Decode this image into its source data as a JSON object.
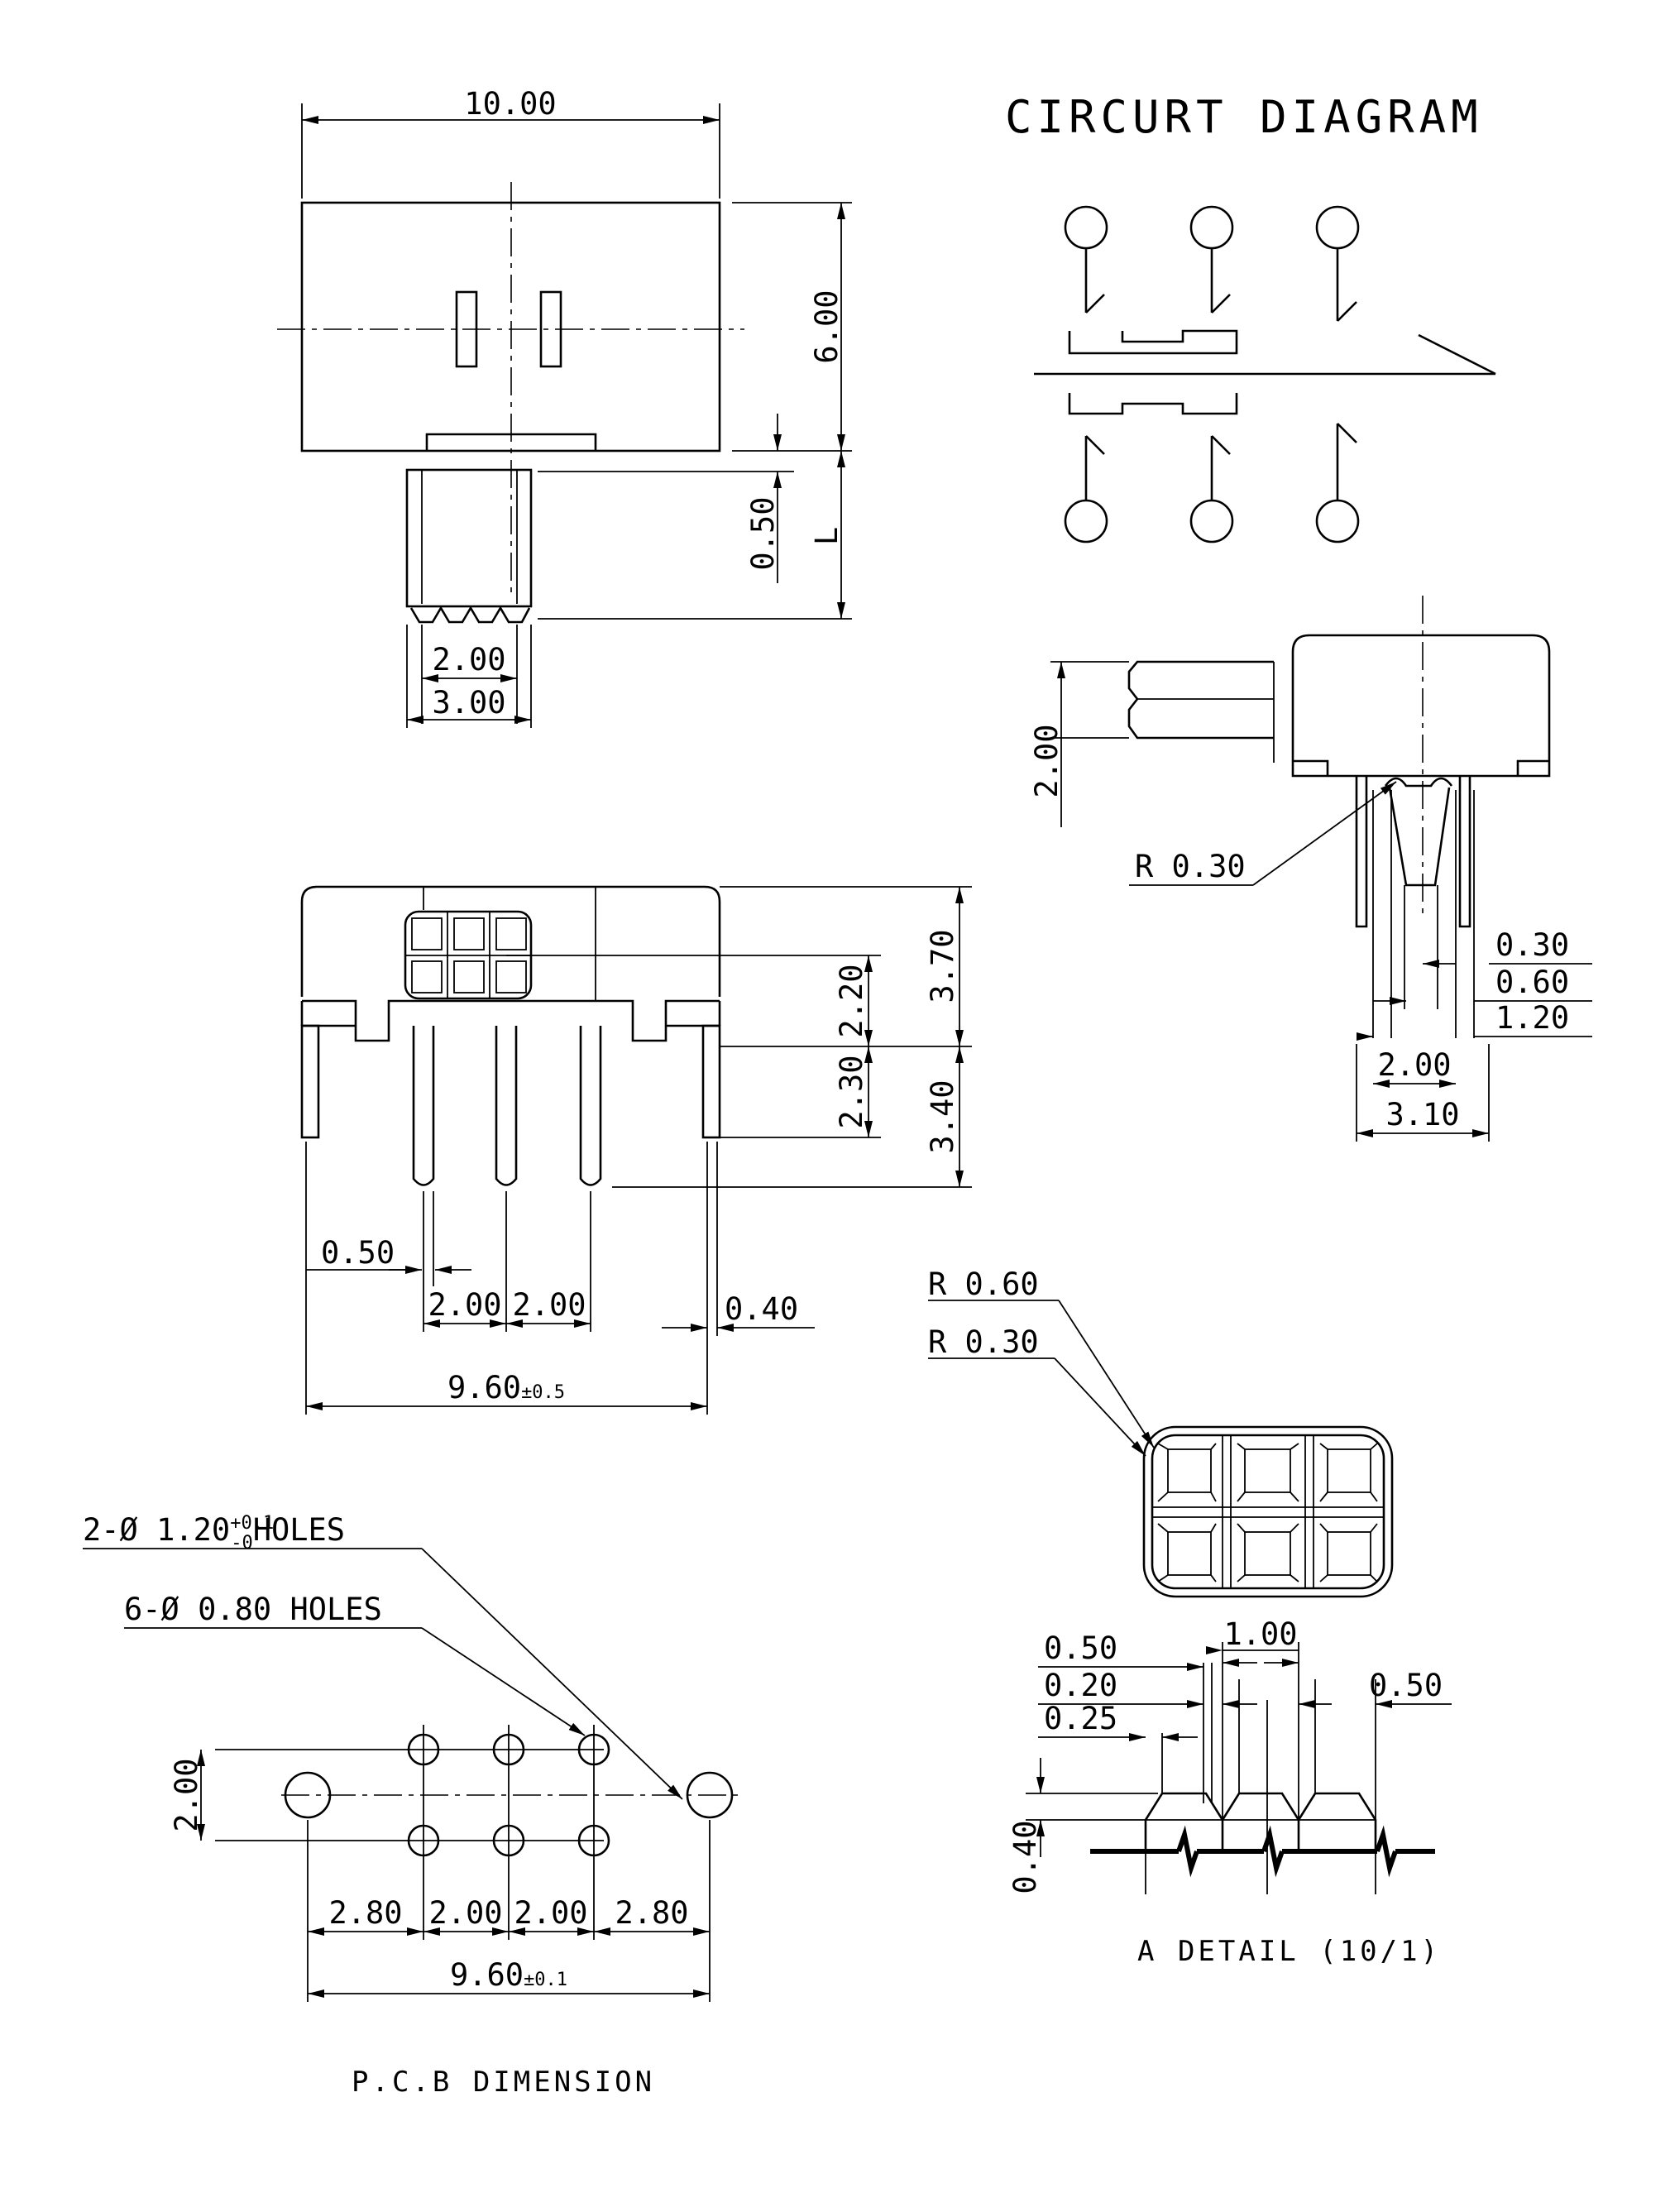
{
  "circuit": {
    "title": "CIRCURT DIAGRAM"
  },
  "top_view": {
    "width": "10.00",
    "height": "6.00",
    "offset": "0.50",
    "length": "L",
    "pitch": "2.00",
    "actuator": "3.00"
  },
  "side_view": {
    "height": "2.00",
    "radius": "R 0.30",
    "d1": "0.30",
    "d2": "0.60",
    "d3": "1.20",
    "d4": "2.00",
    "d5": "3.10"
  },
  "front_view": {
    "h1": "2.20",
    "h2": "3.70",
    "h3": "2.30",
    "h4": "3.40",
    "pin_offset": "0.50",
    "pitch1": "2.00",
    "pitch2": "2.00",
    "pin_width": "0.40",
    "overall": "9.60",
    "overall_tol": "±0.5"
  },
  "knob_detail": {
    "r_outer": "R 0.60",
    "r_inner": "R 0.30"
  },
  "a_detail": {
    "d_050a": "0.50",
    "d_020": "0.20",
    "d_025": "0.25",
    "d_100": "1.00",
    "d_050b": "0.50",
    "d_040": "0.40",
    "caption": "A DETAIL (10/1)"
  },
  "pcb": {
    "holes_big_prefix": "2-Ø 1.20",
    "holes_big_tol_plus": "+0.1",
    "holes_big_tol_minus": "-0",
    "holes_big_suffix": "HOLES",
    "holes_small": "6-Ø 0.80 HOLES",
    "row_spacing": "2.00",
    "s1": "2.80",
    "s2": "2.00",
    "s3": "2.00",
    "s4": "2.80",
    "overall": "9.60",
    "overall_tol": "±0.1",
    "caption": "P.C.B DIMENSION"
  }
}
